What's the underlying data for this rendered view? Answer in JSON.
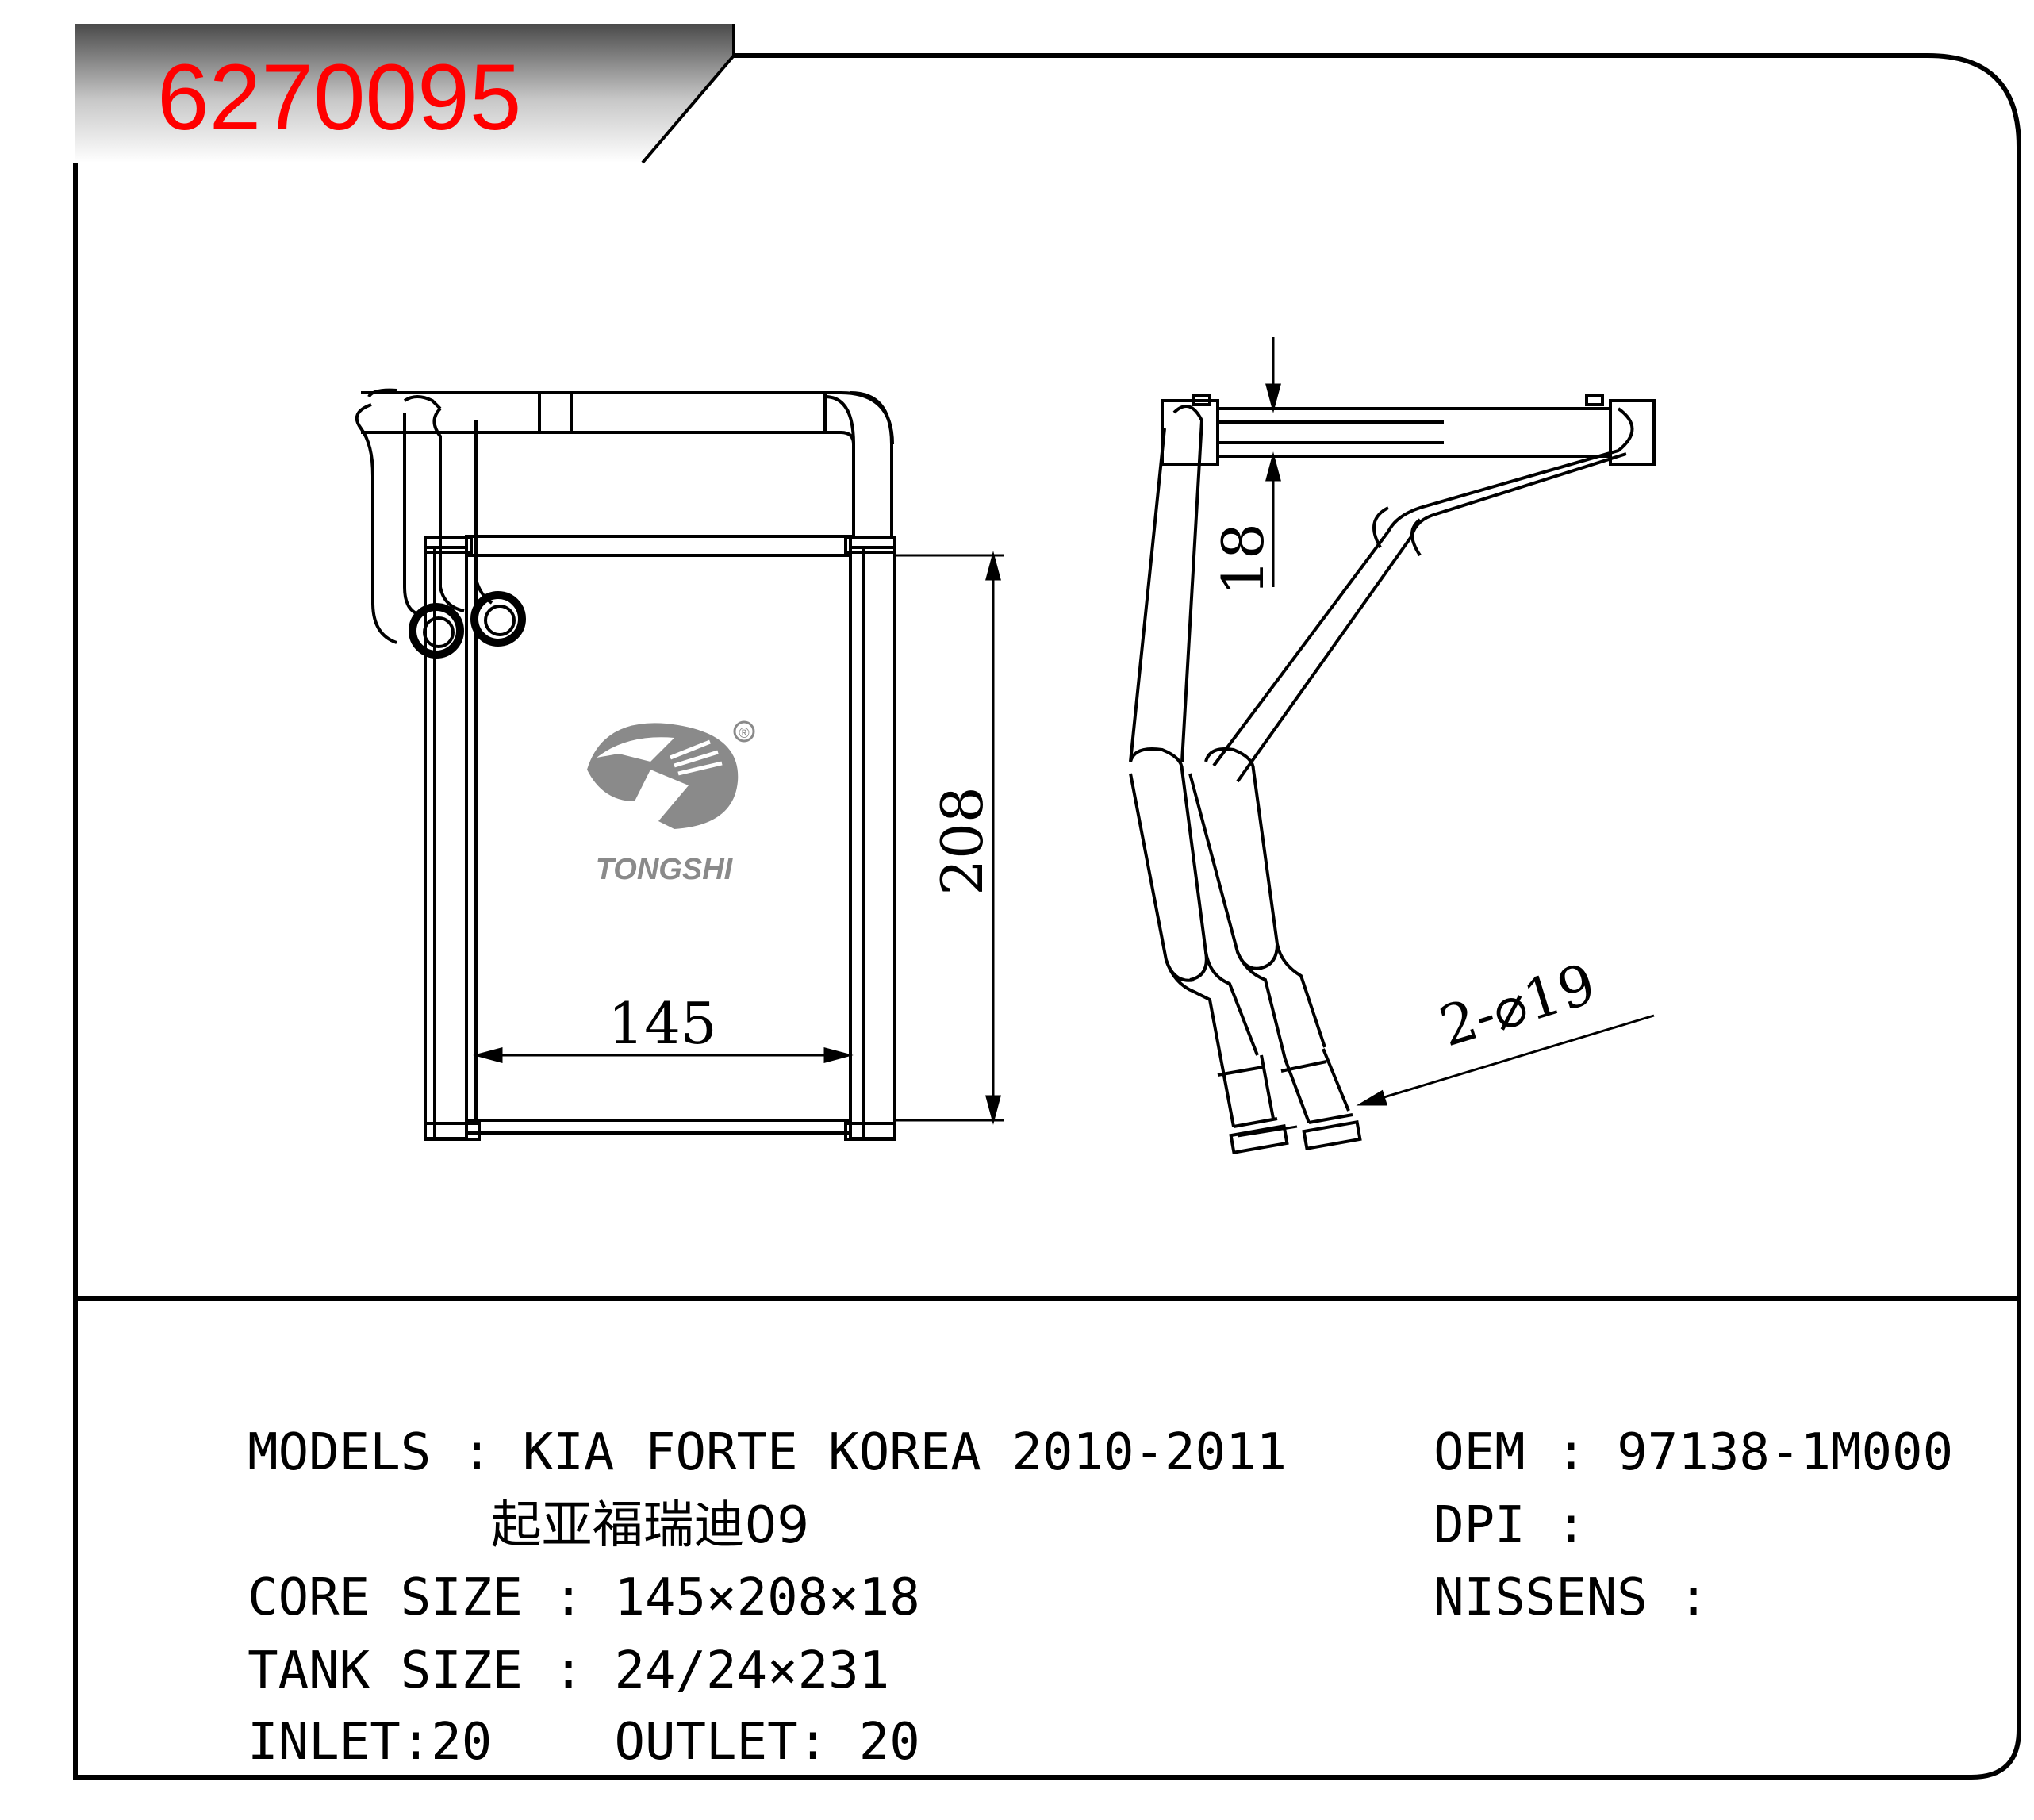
{
  "part_number": "6270095",
  "brand": {
    "name": "TONGSHI",
    "registered_mark": "®"
  },
  "dimensions": {
    "width": "145",
    "height": "208",
    "thickness": "18",
    "pipe": "2-⌀19"
  },
  "specs": {
    "models_label": "MODELS",
    "models_value": "KIA FORTE KOREA 2010-2011",
    "models_value_cn": "起亚福瑞迪09",
    "core_size_label": "CORE SIZE",
    "core_size_value": "145×208×18",
    "tank_size_label": "TANK SIZE",
    "tank_size_value": "24/24×231",
    "inlet_label": "INLET:",
    "inlet_value": "20",
    "outlet_label": "OUTLET:",
    "outlet_value": "20",
    "oem_label": "OEM",
    "oem_value": "97138-1M000",
    "dpi_label": "DPI",
    "dpi_value": "",
    "nissens_label": "NISSENS",
    "nissens_value": "",
    "separator": ":"
  },
  "colors": {
    "part_number": "#ff0000",
    "brand_logo": "#8a8a8a",
    "tab_gradient_dark": "#3a3a3a",
    "tab_gradient_light": "#f4f4f4"
  },
  "icons": {
    "brand_logo": "tongshi-logo-icon"
  }
}
